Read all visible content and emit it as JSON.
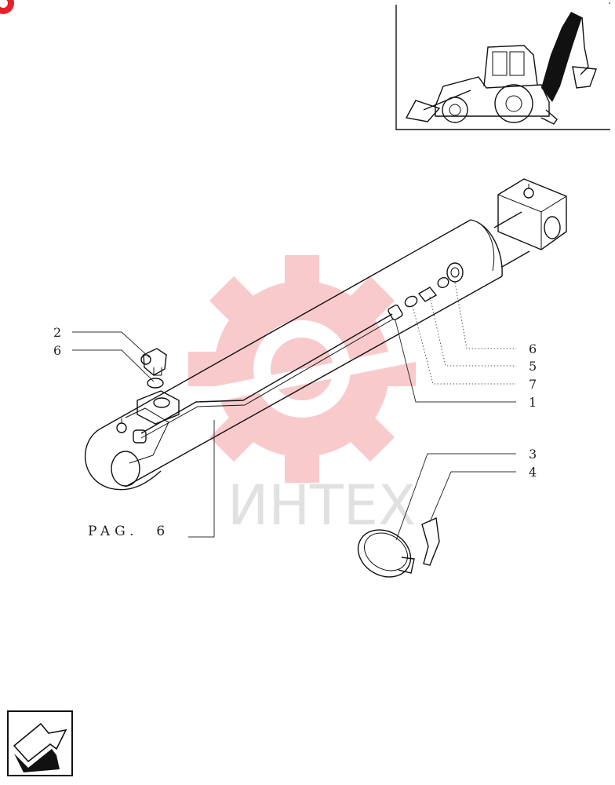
{
  "page": {
    "reference_label": "PAG.  6",
    "watermark_text": "ИНТЕХ",
    "accent_color": "#e8202a",
    "watermark_color": "#f5a0a4"
  },
  "callouts": {
    "left": [
      "2",
      "6"
    ],
    "right_upper": [
      "6",
      "5",
      "7",
      "1"
    ],
    "right_lower": [
      "3",
      "4"
    ]
  },
  "icons": [
    "machine-thumbnail-icon",
    "next-page-arrow-icon",
    "corner-badge-icon"
  ]
}
